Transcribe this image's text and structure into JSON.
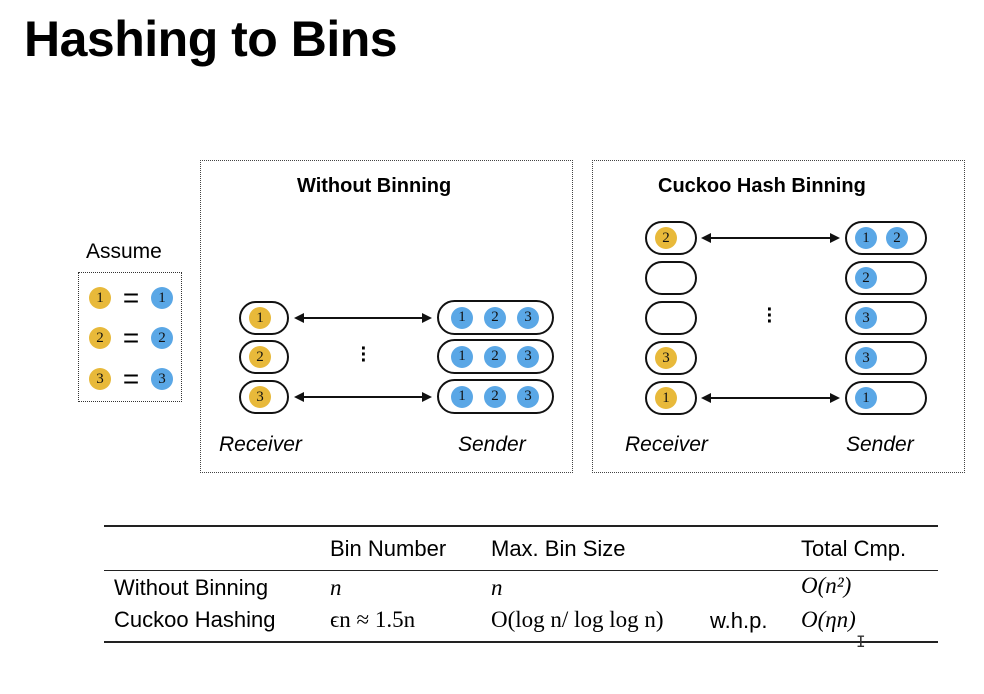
{
  "slide": {
    "title": "Hashing to Bins"
  },
  "assume": {
    "label": "Assume",
    "rows": [
      {
        "left": "1",
        "eq": "=",
        "right": "1"
      },
      {
        "left": "2",
        "eq": "=",
        "right": "2"
      },
      {
        "left": "3",
        "eq": "=",
        "right": "3"
      }
    ]
  },
  "without_binning": {
    "title": "Without Binning",
    "receiver_label": "Receiver",
    "sender_label": "Sender",
    "receiver_bins": [
      "1",
      "2",
      "3"
    ],
    "sender_bins": [
      [
        "1",
        "2",
        "3"
      ],
      [
        "1",
        "2",
        "3"
      ],
      [
        "1",
        "2",
        "3"
      ]
    ]
  },
  "cuckoo": {
    "title": "Cuckoo Hash Binning",
    "receiver_label": "Receiver",
    "sender_label": "Sender",
    "receiver_bins": [
      "2",
      "",
      "",
      "3",
      "1"
    ],
    "sender_bins": [
      [
        "1",
        "2"
      ],
      [
        "2"
      ],
      [
        "3"
      ],
      [
        "3"
      ],
      [
        "1"
      ]
    ]
  },
  "table": {
    "headers": [
      "Bin Number",
      "Max. Bin Size",
      "Total Cmp."
    ],
    "rows": [
      {
        "name": "Without Binning",
        "bin_number": "n",
        "max_bin": "n",
        "total": "O(n²)"
      },
      {
        "name": "Cuckoo Hashing",
        "bin_number": "ϵn ≈ 1.5n",
        "max_bin": "O(log n/ log log n)",
        "max_bin_suffix": "w.h.p.",
        "total": "O(ηn)"
      }
    ]
  },
  "colors": {
    "receiver_item": "#e8b93a",
    "sender_item": "#5aa7e6"
  }
}
